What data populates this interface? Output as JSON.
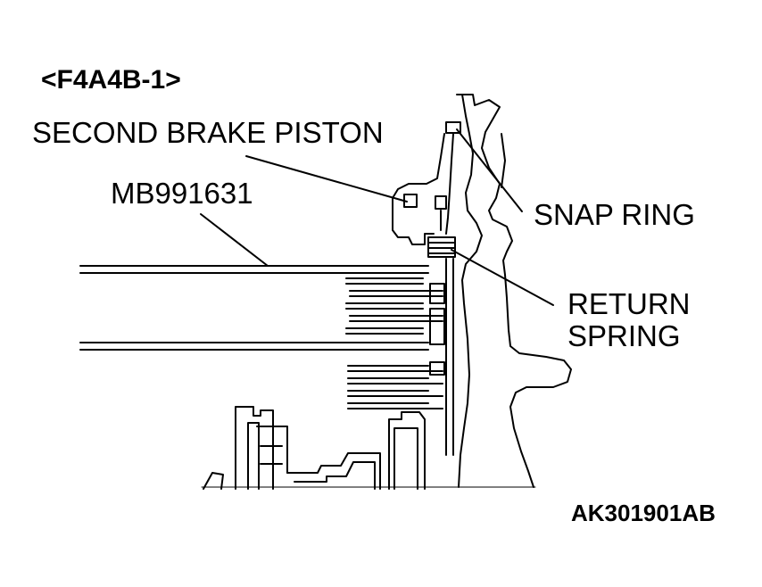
{
  "diagram": {
    "title": "<F4A4B-1>",
    "labels": {
      "second_brake_piston": "SECOND BRAKE PISTON",
      "tool": "MB991631",
      "snap_ring": "SNAP RING",
      "return_spring_line1": "RETURN",
      "return_spring_line2": "SPRING"
    },
    "reference_code": "AK301901AB"
  }
}
